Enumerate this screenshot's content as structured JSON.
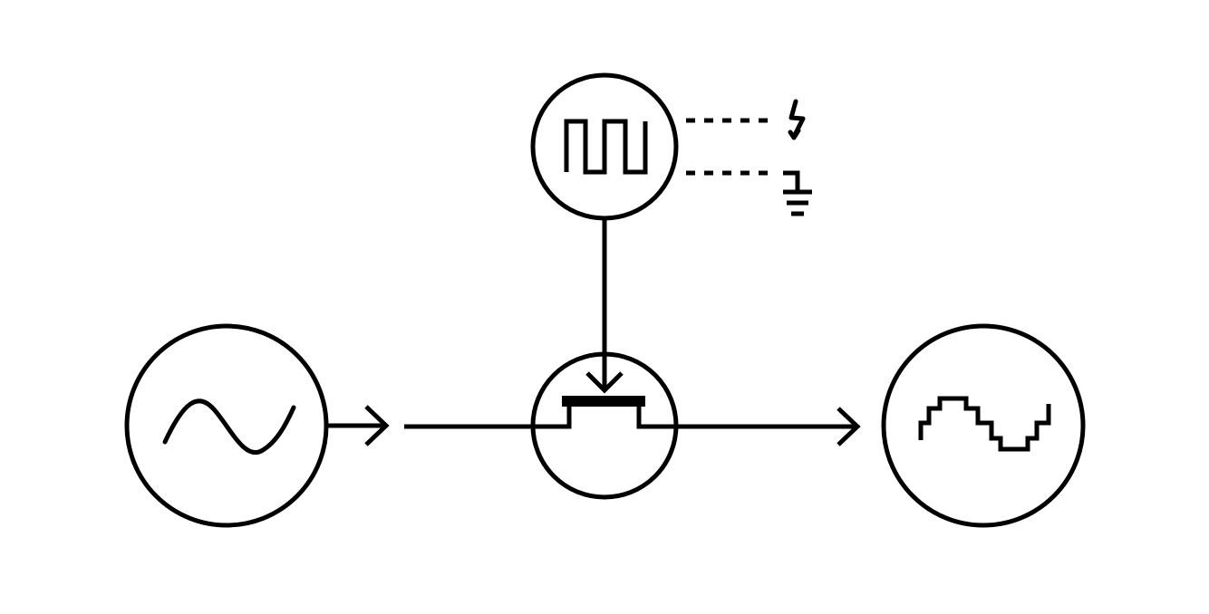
{
  "diagram": {
    "nodes": [
      {
        "id": "analog-input-source",
        "icon": "sine-wave-icon"
      },
      {
        "id": "sampling-switch",
        "icon": "transistor-switch-icon"
      },
      {
        "id": "clock-source",
        "icon": "square-wave-icon"
      },
      {
        "id": "sampled-output",
        "icon": "staircase-wave-icon"
      }
    ],
    "connections": [
      {
        "from": "analog-input-source",
        "to": "sampling-switch",
        "style": "arrow"
      },
      {
        "from": "clock-source",
        "to": "sampling-switch",
        "style": "arrow"
      },
      {
        "from": "sampling-switch",
        "to": "sampled-output",
        "style": "arrow"
      },
      {
        "from": "clock-source",
        "to": "power-supply-icon",
        "style": "dotted"
      },
      {
        "from": "clock-source",
        "to": "ground-icon",
        "style": "dotted"
      }
    ],
    "colors": {
      "stroke": "#000000",
      "background": "#ffffff"
    }
  }
}
